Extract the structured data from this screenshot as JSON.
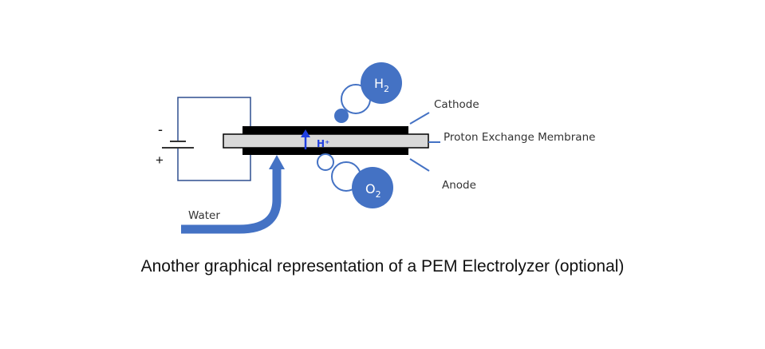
{
  "diagram": {
    "title": "Another graphical representation of a PEM Electrolyzer (optional)",
    "labels": {
      "cathode": "Cathode",
      "membrane": "Proton Exchange Membrane",
      "anode": "Anode",
      "water": "Water",
      "proton": "H⁺",
      "hydrogen_base": "H",
      "hydrogen_sub": "2",
      "oxygen_base": "O",
      "oxygen_sub": "2",
      "battery_minus": "-",
      "battery_plus": "+"
    },
    "colors": {
      "accent_blue": "#4472c4",
      "proton_blue": "#1f3fe0",
      "wire": "#2f4f8f",
      "membrane_fill": "#d9d9d9",
      "electrode": "#000000"
    }
  }
}
